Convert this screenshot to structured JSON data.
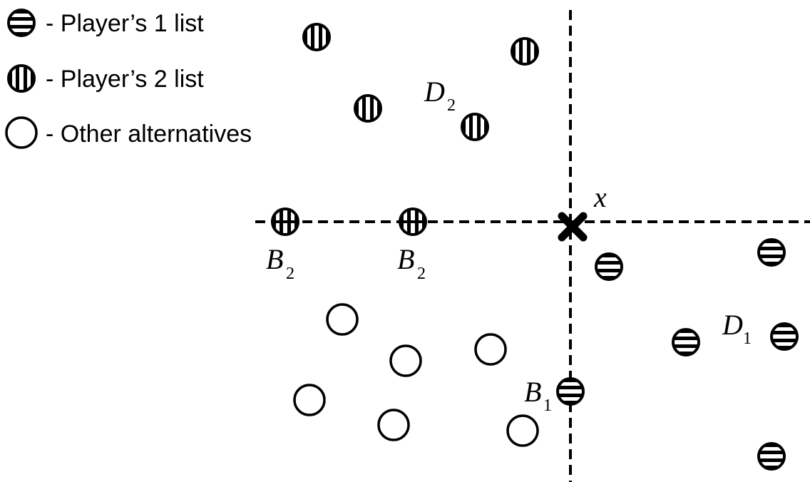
{
  "legend": {
    "player1": "- Player’s 1 list",
    "player2": "- Player’s 2 list",
    "other": "- Other alternatives"
  },
  "labels": {
    "x": "x",
    "B1_main": "B",
    "B1_sub": "1",
    "B2_main": "B",
    "B2_sub": "2",
    "D1_main": "D",
    "D1_sub": "1",
    "D2_main": "D",
    "D2_sub": "2"
  },
  "colors": {
    "ink": "#000000",
    "background": "#ffffff"
  },
  "point_kinds": {
    "player1": "horizontal-stripes",
    "player2": "vertical-stripes",
    "player2_on_axis": "vertical-stripes-with-axis",
    "other": "empty-circle"
  }
}
